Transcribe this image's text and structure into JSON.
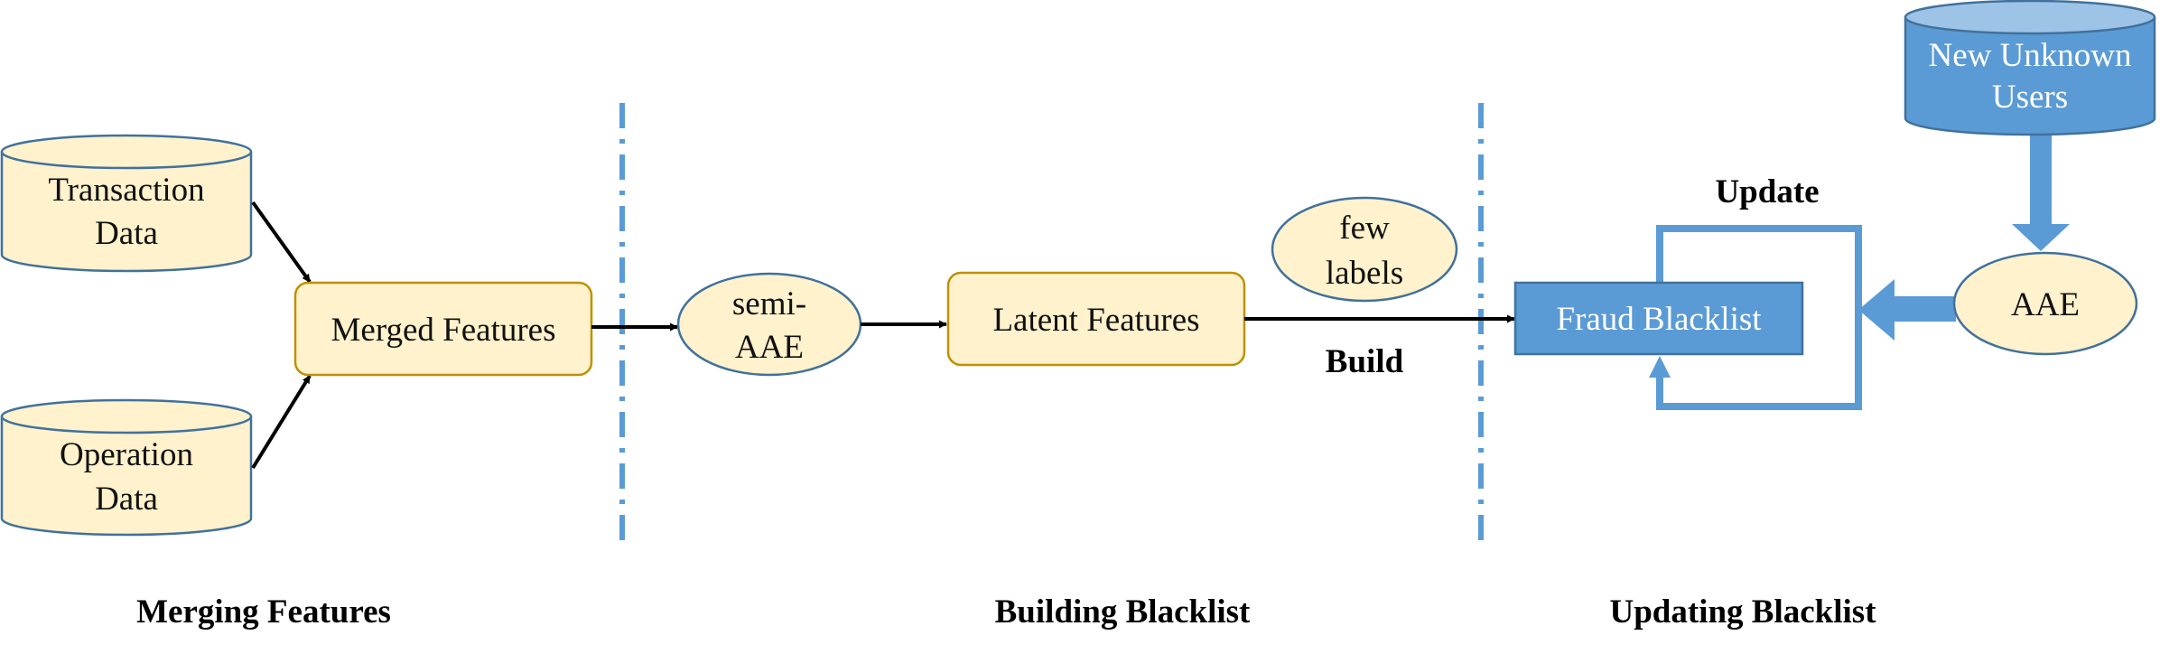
{
  "colors": {
    "node_fill": "#FFF2CC",
    "db_stroke": "#41719C",
    "box_stroke": "#BF9000",
    "accent_blue": "#5B9BD5",
    "box_blue": "#5B9BD5",
    "box_blue_stroke": "#41719C",
    "arrow": "#000000"
  },
  "nodes": {
    "transaction_db": {
      "line1": "Transaction",
      "line2": "Data"
    },
    "operation_db": {
      "line1": "Operation",
      "line2": "Data"
    },
    "merged_features": {
      "label": "Merged Features"
    },
    "semi_aae": {
      "line1": "semi-",
      "line2": "AAE"
    },
    "latent_features": {
      "label": "Latent Features"
    },
    "few_labels": {
      "line1": "few",
      "line2": "labels"
    },
    "fraud_blacklist": {
      "label": "Fraud Blacklist"
    },
    "aae": {
      "label": "AAE"
    },
    "new_users_db": {
      "line1": "New Unknown",
      "line2": "Users"
    }
  },
  "edge_labels": {
    "build": "Build",
    "update": "Update"
  },
  "sections": {
    "merging": "Merging Features",
    "building": "Building Blacklist",
    "updating": "Updating Blacklist"
  }
}
